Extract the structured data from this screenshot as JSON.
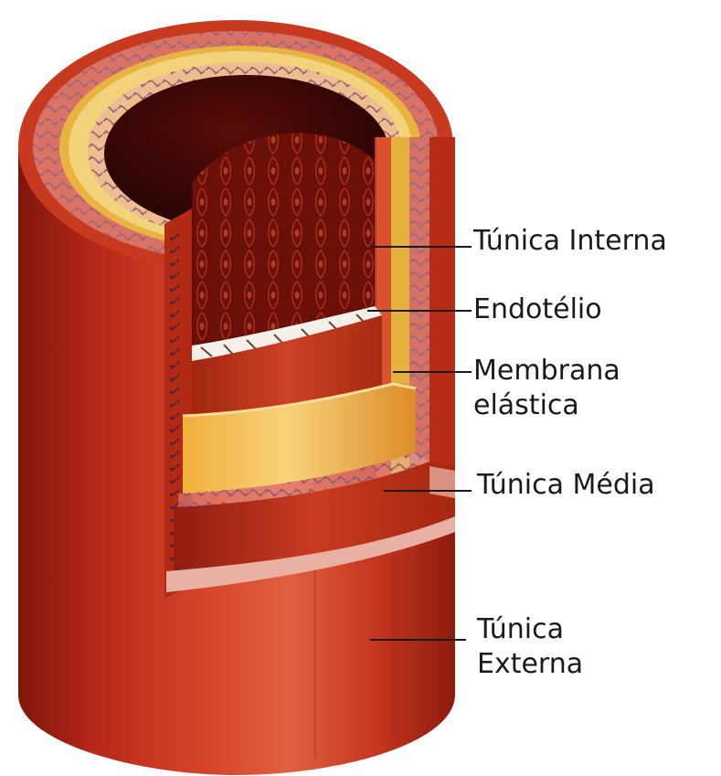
{
  "labels": {
    "tunica_interna": "Túnica Interna",
    "endotelio": "Endotélio",
    "membrana_elastica": [
      "Membrana",
      "elástica"
    ],
    "tunica_media": "Túnica Média",
    "tunica_externa": [
      "Túnica",
      "Externa"
    ]
  },
  "colors": {
    "outer_wall": "#c9341c",
    "outer_wall_dark": "#8a1a0c",
    "outer_wall_light": "#e3593b",
    "lumen": "#2a0604",
    "intima_texture": "#6d1208",
    "elastic_layer": "#e6b23a",
    "elastic_light": "#f4d27a",
    "connective_pink": "#e8a2a0",
    "endothelium": "#f3eee8",
    "vessel_dots": "#3a2342"
  }
}
